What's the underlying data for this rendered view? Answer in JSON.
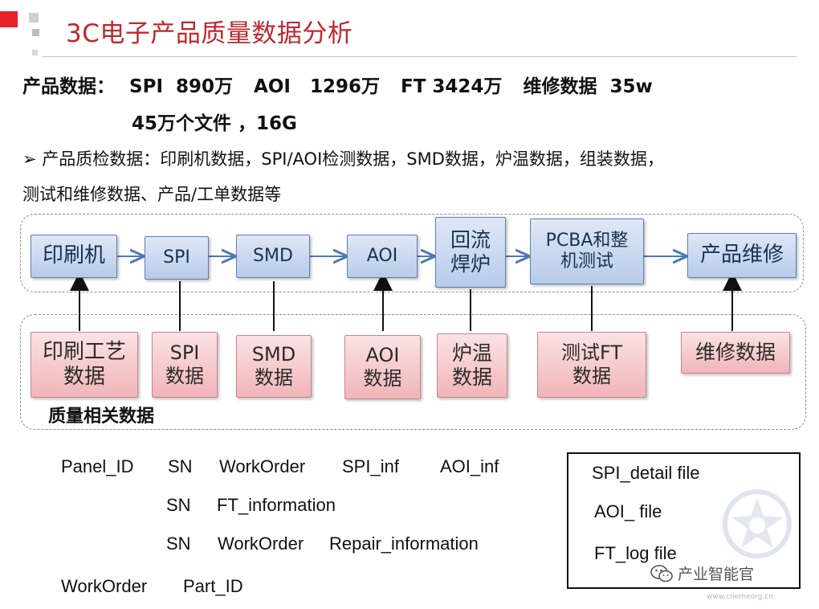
{
  "slide": {
    "title": "3C电子产品质量数据分析",
    "product_data": {
      "label": "产品数据：",
      "items": [
        "SPI  890万",
        "AOI   1296万",
        "FT 3424万",
        "维修数据  35w"
      ],
      "files": "45万个文件 ，16G"
    },
    "bullet": {
      "marker": "➢",
      "line1": "产品质检数据：印刷机数据，SPI/AOI检测数据，SMD数据，炉温数据，组装数据，",
      "line2": "测试和维修数据、产品/工单数据等"
    },
    "process_steps": [
      "印刷机",
      "SPI",
      "SMD",
      "AOI",
      "回流\n焊炉",
      "PCBA和整\n机测试",
      "产品维修"
    ],
    "data_boxes": [
      "印刷工艺\n数据",
      "SPI\n数据",
      "SMD\n数据",
      "AOI\n数据",
      "炉温\n数据",
      "测试FT\n数据",
      "维修数据"
    ],
    "group_label": "质量相关数据",
    "fields": {
      "row1": [
        "Panel_ID",
        "SN",
        "WorkOrder",
        "SPI_inf",
        "AOI_inf"
      ],
      "row2": [
        "SN",
        "FT_information"
      ],
      "row3": [
        "SN",
        "WorkOrder",
        "Repair_information"
      ],
      "row4": [
        "WorkOrder",
        "Part_ID"
      ]
    },
    "files": [
      "SPI_detail file",
      "AOI_ file",
      "FT_log file"
    ],
    "watermark": {
      "wechat_label": "产业智能官",
      "url": "www.cnemeorg.cn"
    },
    "colors": {
      "title": "#c0272d",
      "process_fill": "#c6d6ef",
      "data_fill": "#f4c6c8",
      "accent_red": "#e8202a"
    }
  }
}
